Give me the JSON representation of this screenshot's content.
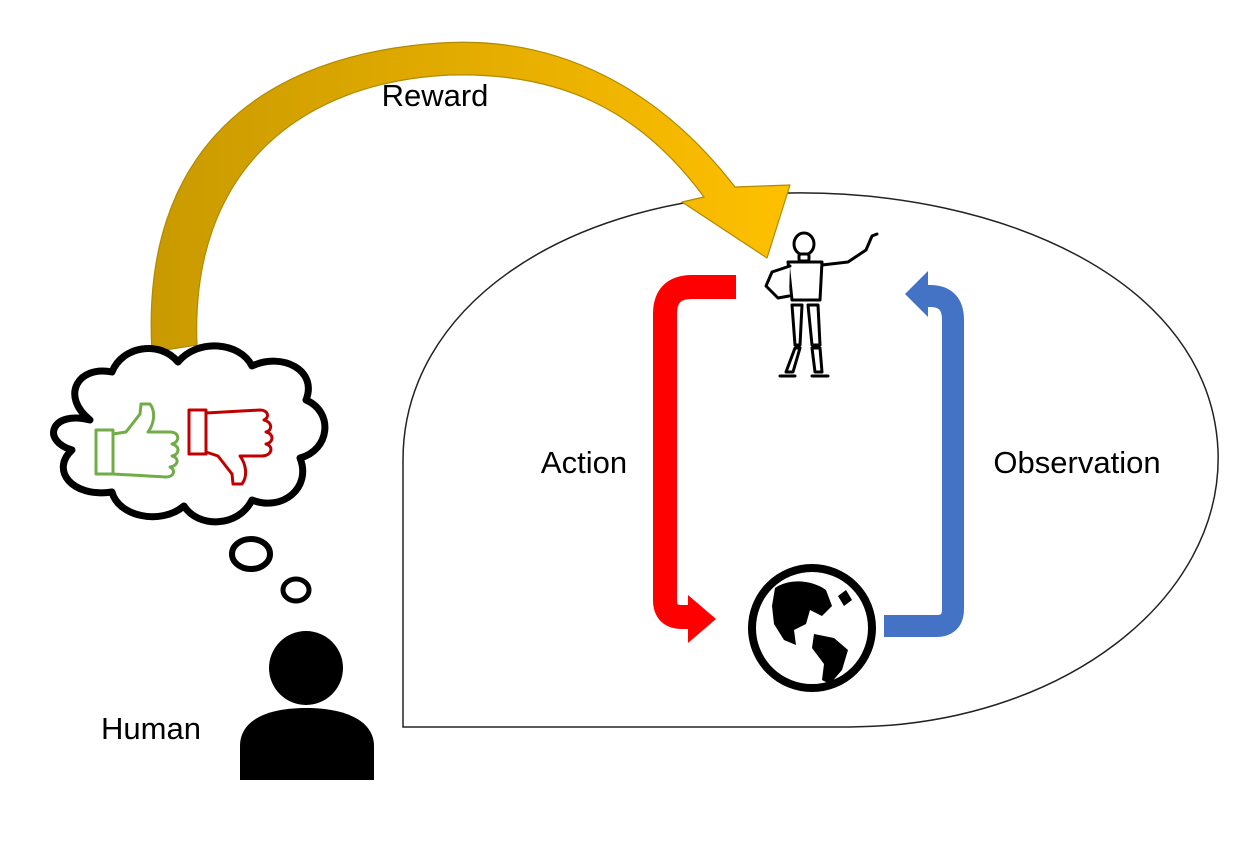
{
  "labels": {
    "reward": "Reward",
    "action": "Action",
    "observation": "Observation",
    "human": "Human"
  },
  "colors": {
    "reward_arrow": "#FFC000",
    "reward_arrow_shade": "#C99A00",
    "action_arrow": "#FF0000",
    "observation_arrow": "#4472C4",
    "thumbs_up": "#70AD47",
    "thumbs_down": "#C00000",
    "outline": "#000000"
  },
  "icons": {
    "agent": "mannequin-icon",
    "environment": "globe-icon",
    "human": "person-icon",
    "approve": "thumbs-up-icon",
    "disapprove": "thumbs-down-icon",
    "thought": "thought-cloud-icon"
  }
}
